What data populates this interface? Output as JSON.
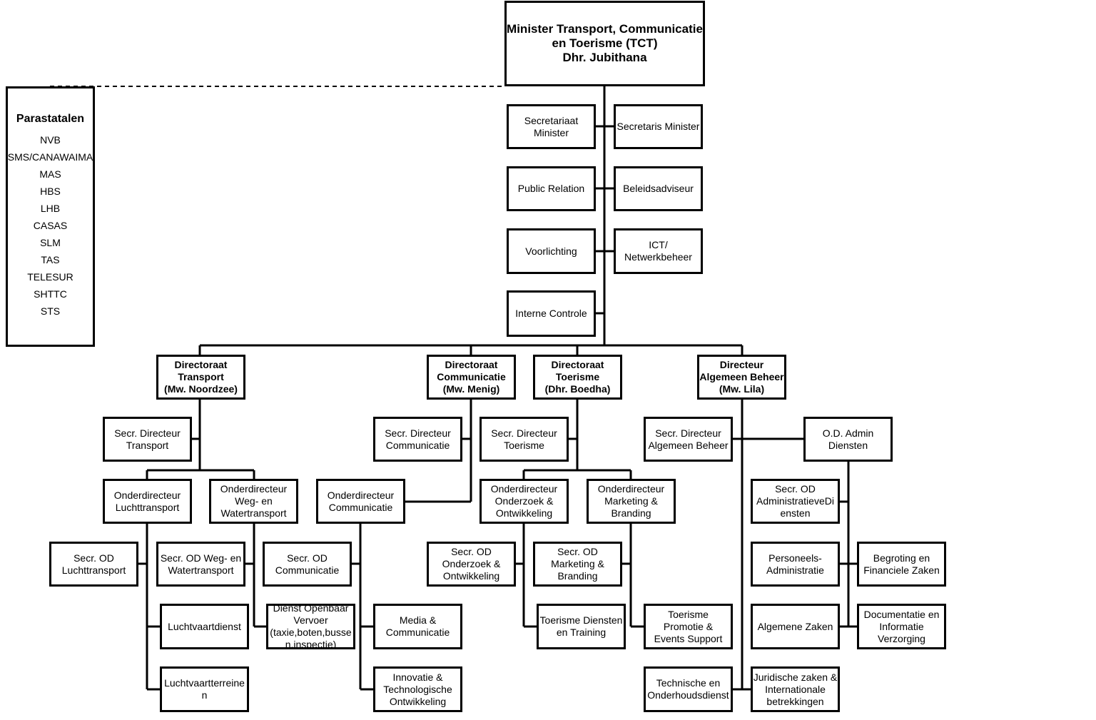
{
  "minister": [
    "Minister Transport, Communicatie",
    "en Toerisme (TCT)",
    "Dhr. Jubithana"
  ],
  "parastatalen": {
    "title": "Parastatalen",
    "items": [
      "NVB",
      "SMS/CANAWAIMA",
      "MAS",
      "HBS",
      "LHB",
      "CASAS",
      "SLM",
      "TAS",
      "TELESUR",
      "SHTTC",
      "STS"
    ]
  },
  "staff": {
    "secretariaat": [
      "Secretariaat",
      "Minister"
    ],
    "secretaris": [
      "Secretaris Minister"
    ],
    "public_relation": [
      "Public Relation"
    ],
    "beleidsadviseur": [
      "Beleidsadviseur"
    ],
    "voorlichting": [
      "Voorlichting"
    ],
    "ict": [
      "ICT/",
      "Netwerkbeheer"
    ],
    "interne_controle": [
      "Interne Controle"
    ]
  },
  "directoraten": {
    "transport": [
      "Directoraat",
      "Transport",
      "(Mw. Noordzee)"
    ],
    "communicatie": [
      "Directoraat",
      "Communicatie",
      "(Mw. Menig)"
    ],
    "toerisme": [
      "Directoraat",
      "Toerisme",
      "(Dhr. Boedha)"
    ],
    "algemeen": [
      "Directeur",
      "Algemeen Beheer",
      "(Mw. Lila)"
    ]
  },
  "transport": {
    "secr": [
      "Secr. Directeur",
      "Transport"
    ],
    "od_lucht": [
      "Onderdirecteur",
      "Luchttransport"
    ],
    "od_weg": [
      "Onderdirecteur",
      "Weg- en",
      "Watertransport"
    ],
    "secr_od_lucht": [
      "Secr. OD",
      "Luchttransport"
    ],
    "secr_od_weg": [
      "Secr. OD Weg- en",
      "Watertransport"
    ],
    "luchtvaartdienst": [
      "Luchtvaartdienst"
    ],
    "luchtvaartterreinen": [
      "Luchtvaartterreine",
      "n"
    ],
    "dienst_ov": [
      "Dienst Openbaar",
      "Vervoer",
      "(taxie,boten,busse",
      "n,inspectie)"
    ]
  },
  "communicatie": {
    "secr": [
      "Secr. Directeur",
      "Communicatie"
    ],
    "od": [
      "Onderdirecteur",
      "Communicatie"
    ],
    "secr_od": [
      "Secr. OD",
      "Communicatie"
    ],
    "media": [
      "Media &",
      "Communicatie"
    ],
    "innovatie": [
      "Innovatie &",
      "Technologische",
      "Ontwikkeling"
    ]
  },
  "toerisme": {
    "secr": [
      "Secr. Directeur",
      "Toerisme"
    ],
    "od_oz": [
      "Onderdirecteur",
      "Onderzoek &",
      "Ontwikkeling"
    ],
    "od_mb": [
      "Onderdirecteur",
      "Marketing &",
      "Branding"
    ],
    "secr_od_oz": [
      "Secr. OD",
      "Onderzoek &",
      "Ontwikkeling"
    ],
    "secr_od_mb": [
      "Secr. OD",
      "Marketing &",
      "Branding"
    ],
    "diensten": [
      "Toerisme Diensten",
      "en Training"
    ],
    "promotie": [
      "Toerisme",
      "Promotie  &",
      "Events Support"
    ]
  },
  "algemeen": {
    "secr": [
      "Secr. Directeur",
      "Algemeen Beheer"
    ],
    "od_admin": [
      "O.D. Admin",
      "Diensten"
    ],
    "secr_od": [
      "Secr. OD",
      "AdministratieveDi",
      "ensten"
    ],
    "personeel": [
      "Personeels-",
      "Administratie"
    ],
    "begroting": [
      "Begroting en",
      "Financiele Zaken"
    ],
    "algemene_zaken": [
      "Algemene Zaken"
    ],
    "documentatie": [
      "Documentatie en",
      "Informatie",
      "Verzorging"
    ],
    "technische": [
      "Technische en",
      "Onderhoudsdienst"
    ],
    "juridische": [
      "Juridische zaken &",
      "Internationale",
      "betrekkingen"
    ]
  }
}
